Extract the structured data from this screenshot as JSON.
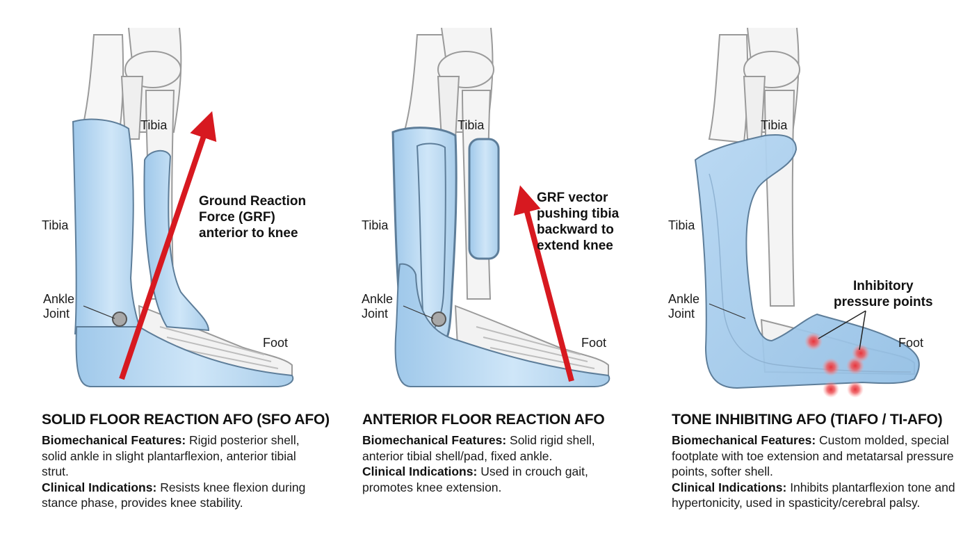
{
  "colors": {
    "brace_fill": "#bcdcf4",
    "brace_stroke": "#5d7d99",
    "bone_stroke": "#9a9a9a",
    "arrow": "#d71920",
    "pressure": "#e8343a"
  },
  "panels": [
    {
      "title": "SOLID FLOOR REACTION AFO (SFO AFO)",
      "features_label": "Biomechanical Features:",
      "features_text": "Rigid posterior shell, solid ankle in slight plantarflexion, anterior tibial strut.",
      "indications_label": "Clinical Indications:",
      "indications_text": "Resists knee flexion during stance phase, provides knee stability.",
      "labels": {
        "tibia_top": "Tibia",
        "tibia_side": "Tibia",
        "ankle": "Ankle\nJoint",
        "foot": "Foot"
      },
      "callout": "Ground Reaction\nForce (GRF)\nanterior to knee"
    },
    {
      "title": "ANTERIOR FLOOR REACTION AFO",
      "features_label": "Biomechanical Features:",
      "features_text": "Solid rigid shell, anterior tibial shell/pad, fixed ankle.",
      "indications_label": "Clinical Indications:",
      "indications_text": "Used in crouch gait, promotes knee extension.",
      "labels": {
        "tibia_top": "Tibia",
        "tibia_side": "Tibia",
        "ankle": "Ankle\nJoint",
        "foot": "Foot"
      },
      "callout": "GRF vector\npushing tibia\nbackward to\nextend knee"
    },
    {
      "title": "TONE INHIBITING AFO (TIAFO / TI-AFO)",
      "features_label": "Biomechanical Features:",
      "features_text": "Custom molded, special footplate with toe extension and metatarsal pressure points, softer shell.",
      "indications_label": "Clinical Indications:",
      "indications_text": "Inhibits plantarflexion tone and hypertonicity, used in spasticity/cerebral palsy.",
      "labels": {
        "tibia_top": "Tibia",
        "tibia_side": "Tibia",
        "ankle": "Ankle\nJoint",
        "foot": "Foot"
      },
      "callout": "Inhibitory\npressure points"
    }
  ]
}
